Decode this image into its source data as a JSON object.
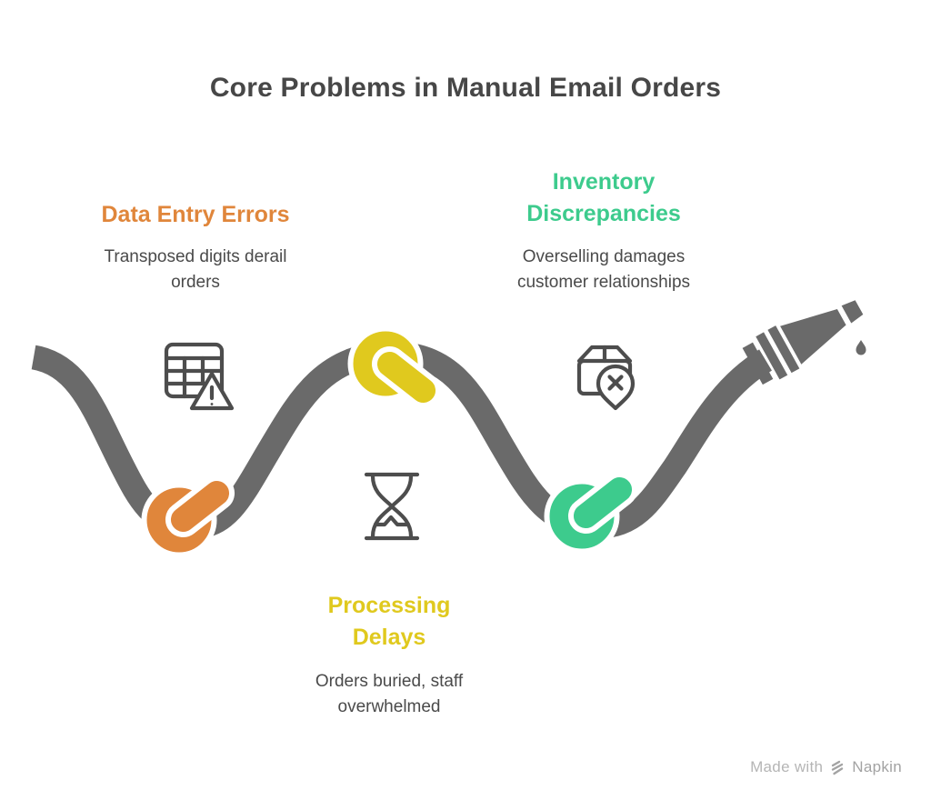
{
  "title": "Core Problems in Manual Email Orders",
  "colors": {
    "rope": "#6A6A6A",
    "icon_stroke": "#4D4D4D",
    "title_text": "#474747",
    "body_text": "#4A4A4A",
    "background": "#FFFFFF",
    "watermark_text": "#B5B5B5",
    "watermark_brand": "#A3A3A3"
  },
  "problems": [
    {
      "label": "Data Entry Errors",
      "description": "Transposed digits derail orders",
      "color": "#E0863B",
      "icon": "table-alert-icon",
      "knot": "orange-knot"
    },
    {
      "label": "Processing Delays",
      "description": "Orders buried, staff overwhelmed",
      "color": "#E0C91E",
      "icon": "hourglass-icon",
      "knot": "yellow-knot"
    },
    {
      "label": "Inventory Discrepancies",
      "description": "Overselling damages customer relationships",
      "color": "#3DCB8D",
      "icon": "package-x-icon",
      "knot": "green-knot"
    }
  ],
  "watermark": {
    "made_with": "Made with",
    "brand": "Napkin",
    "logo": "napkin-logo-icon"
  }
}
